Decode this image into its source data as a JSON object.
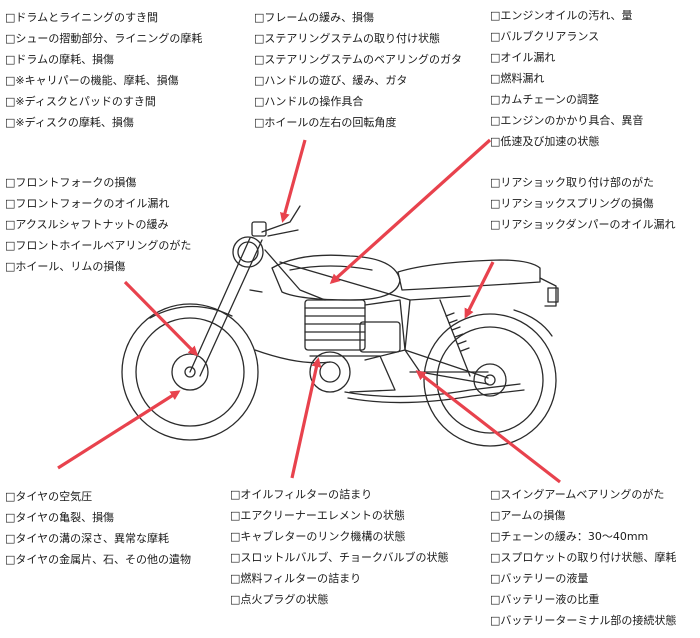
{
  "groups": {
    "brakes": [
      "□ドラムとライニングのすき間",
      "□シューの摺動部分、ライニングの摩耗",
      "□ドラムの摩耗、損傷",
      "□※キャリパーの機能、摩耗、損傷",
      "□※ディスクとパッドのすき間",
      "□※ディスクの摩耗、損傷"
    ],
    "steering": [
      "□フレームの緩み、損傷",
      "□ステアリングステムの取り付け状態",
      "□ステアリングステムのベアリングのガタ",
      "□ハンドルの遊び、緩み、ガタ",
      "□ハンドルの操作具合",
      "□ホイールの左右の回転角度"
    ],
    "engine": [
      "□エンジンオイルの汚れ、量",
      "□バルブクリアランス",
      "□オイル漏れ",
      "□燃料漏れ",
      "□カムチェーンの調整",
      "□エンジンのかかり具合、異音",
      "□低速及び加速の状態"
    ],
    "fork": [
      "□フロントフォークの損傷",
      "□フロントフォークのオイル漏れ",
      "□アクスルシャフトナットの緩み",
      "□フロントホイールベアリングのがた",
      "□ホイール、リムの損傷"
    ],
    "rear_shock": [
      "□リアショック取り付け部のがた",
      "□リアショックスプリングの損傷",
      "□リアショックダンパーのオイル漏れ"
    ],
    "tires": [
      "□タイヤの空気圧",
      "□タイヤの亀裂、損傷",
      "□タイヤの溝の深さ、異常な摩耗",
      "□タイヤの金属片、石、その他の遺物"
    ],
    "fuel_intake": [
      "□オイルフィルターの詰まり",
      "□エアクリーナーエレメントの状態",
      "□キャブレターのリンク機構の状態",
      "□スロットルバルブ、チョークバルブの状態",
      "□燃料フィルターの詰まり",
      "□点火プラグの状態"
    ],
    "drive": [
      "□スイングアームベアリングのがた",
      "□アームの損傷",
      "□チェーンの緩み：30〜40mm",
      "□スプロケットの取り付け状態、摩耗",
      "□バッテリーの液量",
      "□バッテリー液の比重",
      "□バッテリーターミナル部の接続状態"
    ]
  },
  "colors": {
    "arrow": "#e8424d",
    "line": "#2b2b2b",
    "text": "#1a1a1a"
  }
}
